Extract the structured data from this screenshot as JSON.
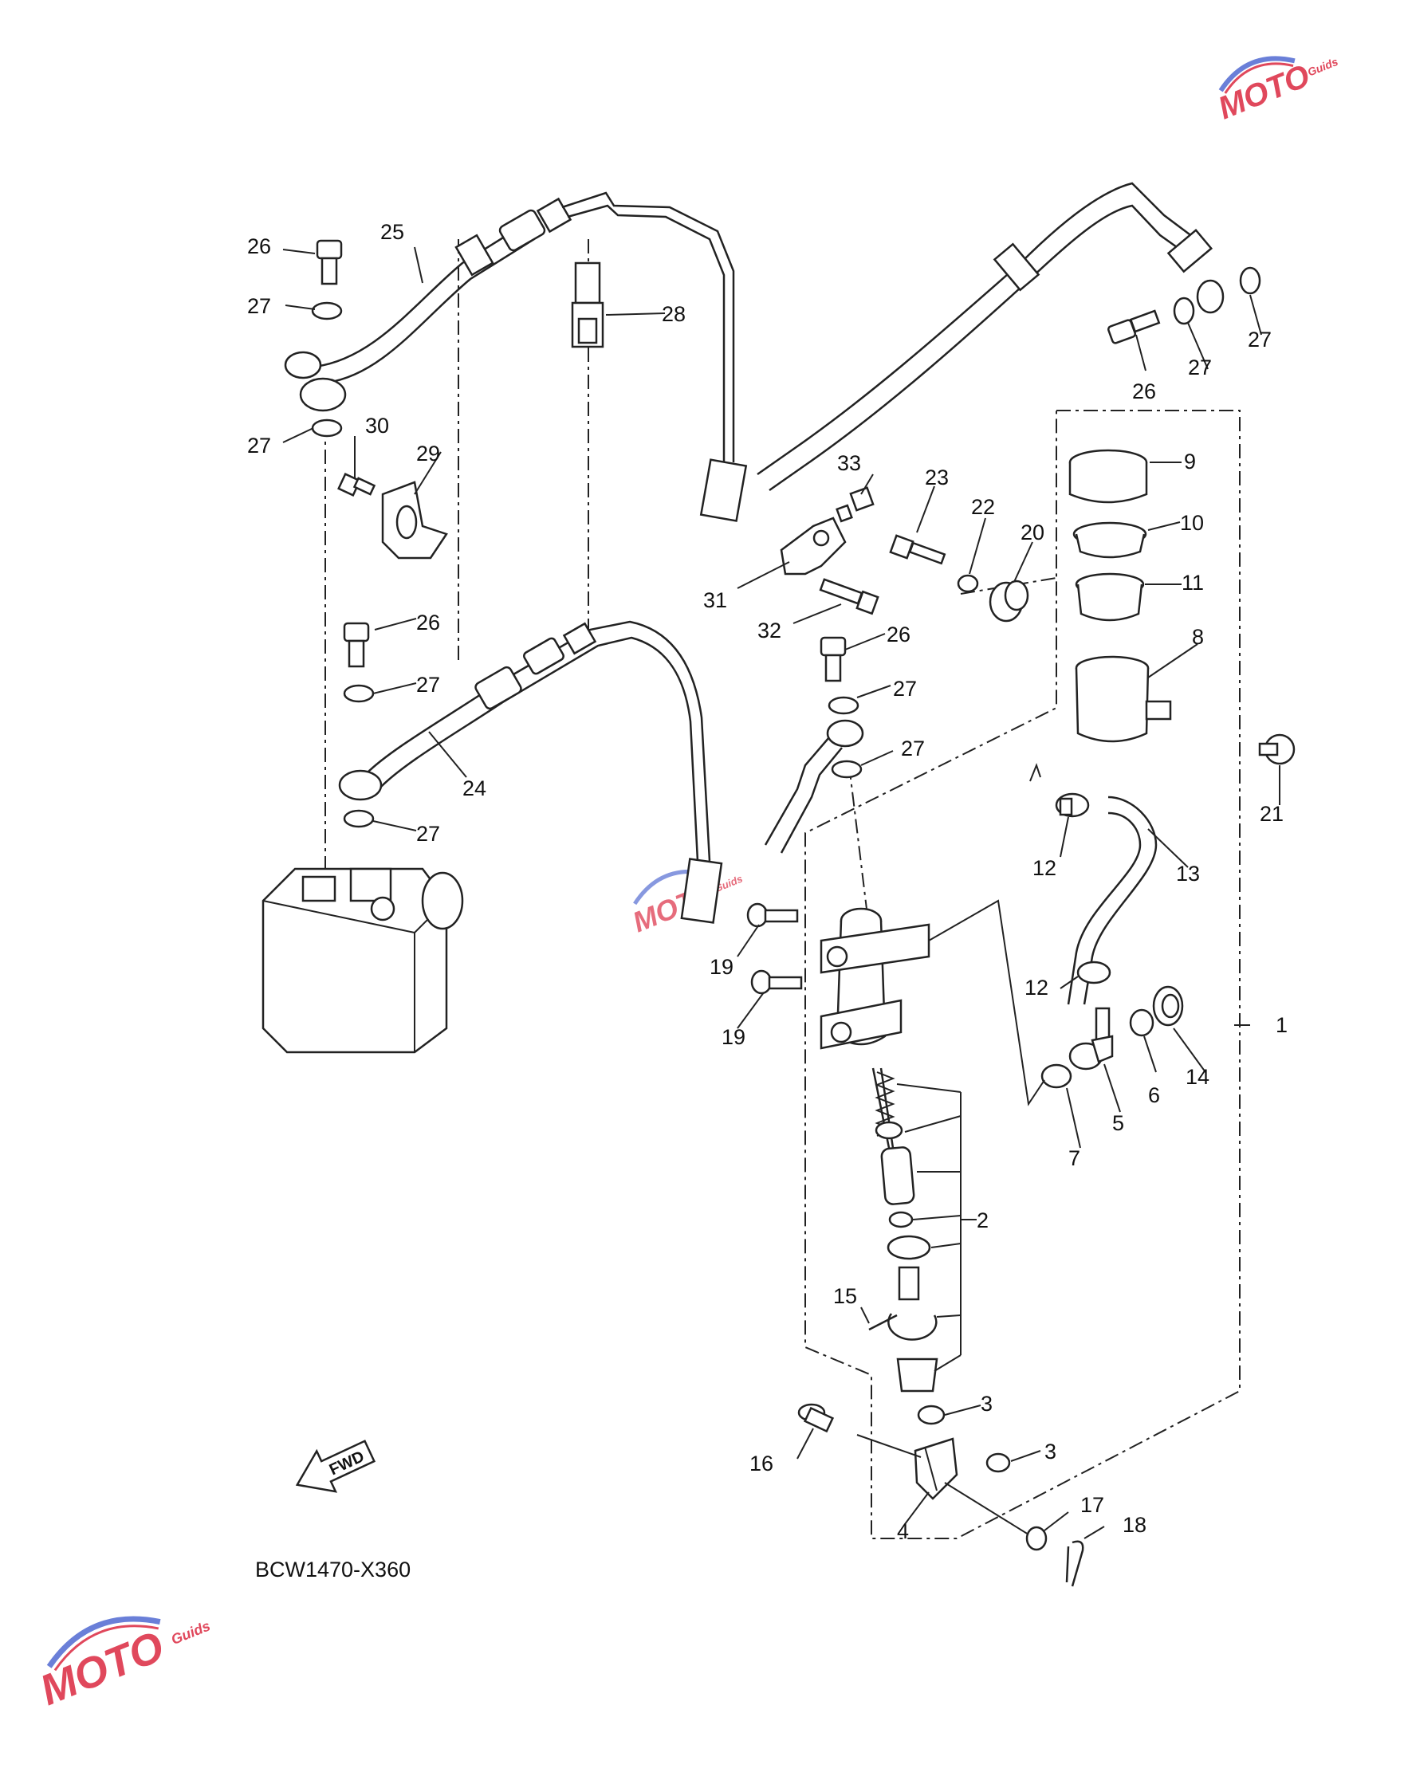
{
  "diagram": {
    "code": "BCW1470-X360",
    "fwd_label": "FWD",
    "watermark": {
      "text": "MOTO",
      "sub": "Guids"
    },
    "colors": {
      "line": "#222222",
      "watermark_red": "#e0485c",
      "watermark_blue": "#6a7fd8"
    },
    "callouts": {
      "c1": "1",
      "c2": "2",
      "c3a": "3",
      "c3b": "3",
      "c4": "4",
      "c5": "5",
      "c6": "6",
      "c7": "7",
      "c8": "8",
      "c9": "9",
      "c10": "10",
      "c11": "11",
      "c12a": "12",
      "c12b": "12",
      "c13": "13",
      "c14": "14",
      "c15": "15",
      "c16": "16",
      "c17": "17",
      "c18": "18",
      "c19a": "19",
      "c19b": "19",
      "c20": "20",
      "c21": "21",
      "c22": "22",
      "c23": "23",
      "c24": "24",
      "c25": "25",
      "c26a": "26",
      "c26b": "26",
      "c26c": "26",
      "c26d": "26",
      "c27a": "27",
      "c27b": "27",
      "c27c": "27",
      "c27d": "27",
      "c27e": "27",
      "c27f": "27",
      "c27g": "27",
      "c27h": "27",
      "c28": "28",
      "c29": "29",
      "c30": "30",
      "c31": "31",
      "c32": "32",
      "c33": "33"
    }
  }
}
